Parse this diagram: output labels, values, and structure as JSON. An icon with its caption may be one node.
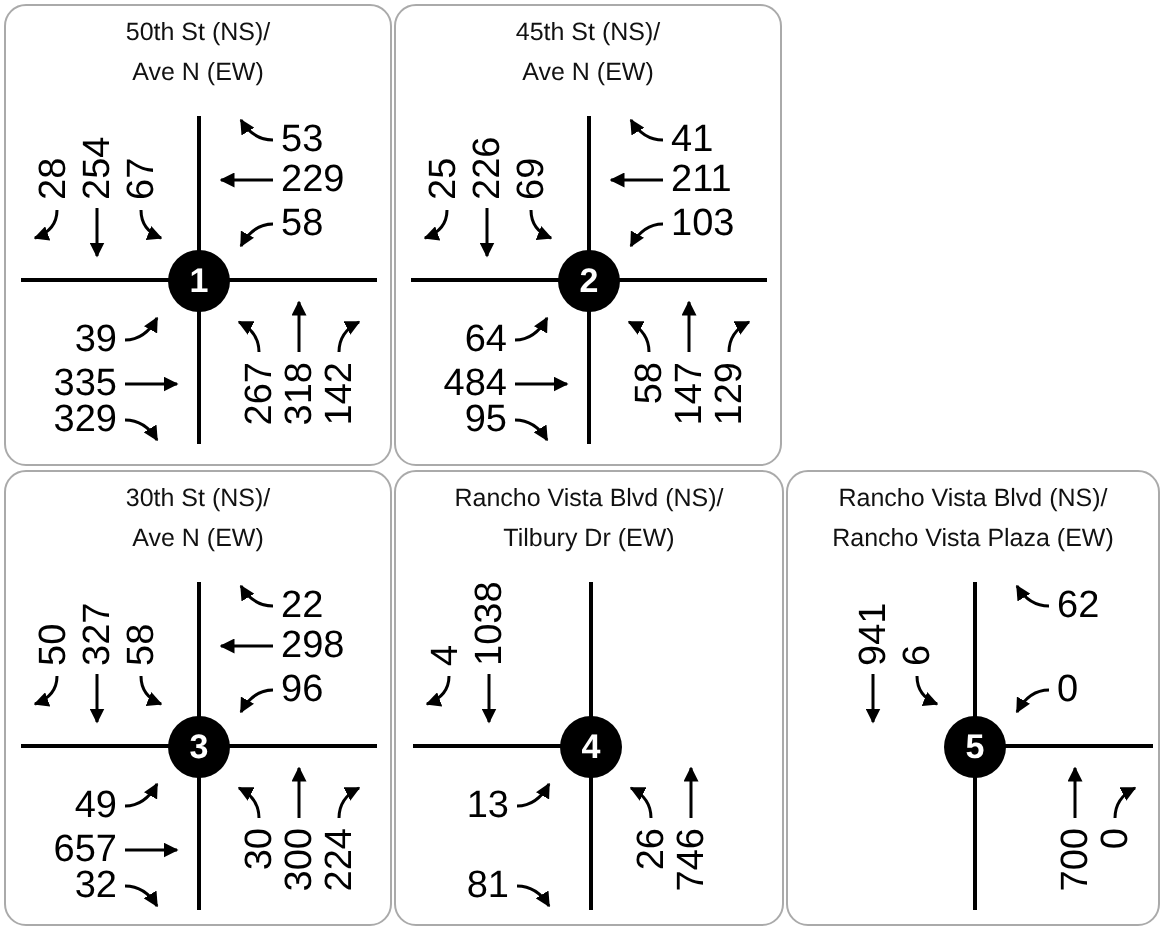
{
  "diagram": {
    "nodes": [
      {
        "text": [
          "50th St (NS)/ Ave N (EW)"
        ]
      },
      {
        "text": [
          "1"
        ],
        "in": 0,
        "beside": [
          "28",
          "254",
          "67",
          "53",
          "229",
          "58",
          "39",
          "335",
          "329",
          "267",
          "318",
          "142"
        ]
      },
      {
        "text": [
          "45th St (NS)/ Ave N (EW)"
        ]
      },
      {
        "text": [
          "2"
        ],
        "in": 2,
        "beside": [
          "25",
          "226",
          "69",
          "41",
          "211",
          "103",
          "64",
          "484",
          "95",
          "58",
          "147",
          "129"
        ]
      },
      {
        "text": [
          "30th St (NS)/ Ave N (EW)"
        ]
      },
      {
        "text": [
          "3"
        ],
        "in": 4,
        "beside": [
          "50",
          "327",
          "58",
          "22",
          "298",
          "96",
          "49",
          "657",
          "32",
          "30",
          "300",
          "224"
        ]
      },
      {
        "text": [
          "Rancho Vista Blvd (NS)/ Tilbury Dr (EW)"
        ]
      },
      {
        "text": [
          "4"
        ],
        "in": 6,
        "beside": [
          "4",
          "1038",
          "13",
          "81",
          "26",
          "746"
        ]
      },
      {
        "text": [
          "Rancho Vista Blvd (NS)/ Rancho Vista Plaza (EW)"
        ]
      },
      {
        "text": [
          "5"
        ],
        "in": 8,
        "beside": [
          "941",
          "6",
          "62",
          "0",
          "700",
          "0"
        ]
      }
    ],
    "edges": []
  }
}
